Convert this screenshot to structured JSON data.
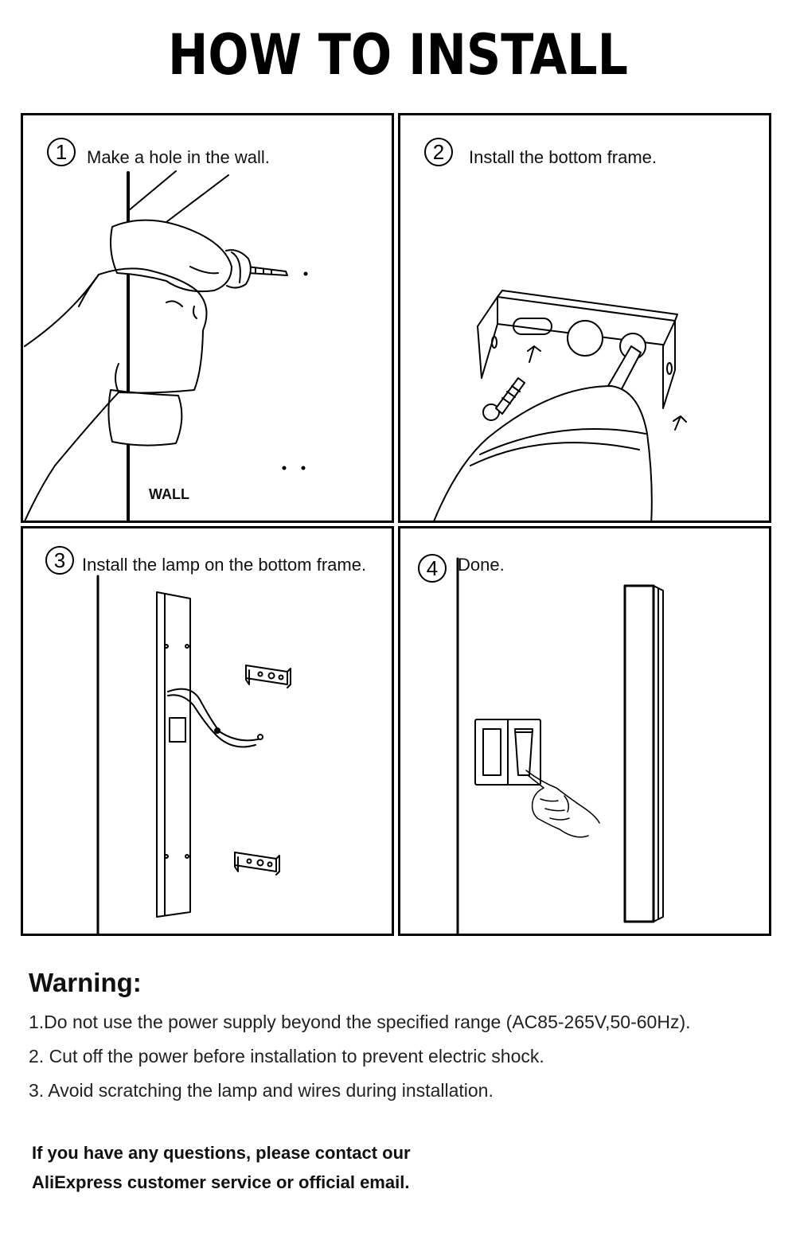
{
  "title": "HOW TO INSTALL",
  "steps": [
    {
      "number": "1",
      "text": "Make a hole in the wall.",
      "wall_label": "WALL"
    },
    {
      "number": "2",
      "text": "Install the bottom frame."
    },
    {
      "number": "3",
      "text": "Install the lamp on the bottom frame."
    },
    {
      "number": "4",
      "text": "Done."
    }
  ],
  "warning": {
    "title": "Warning:",
    "items": [
      "1.Do not use the power supply beyond the specified range (AC85-265V,50-60Hz).",
      "2. Cut off the power before installation to prevent electric shock.",
      "3. Avoid scratching the lamp and wires during installation."
    ]
  },
  "contact": "If you have any questions, please contact our AliExpress customer service or official email.",
  "icons": [
    "drill-illustration",
    "bracket-illustration",
    "screw-illustration",
    "lamp-illustration",
    "light-switch-illustration",
    "hand-illustration"
  ]
}
